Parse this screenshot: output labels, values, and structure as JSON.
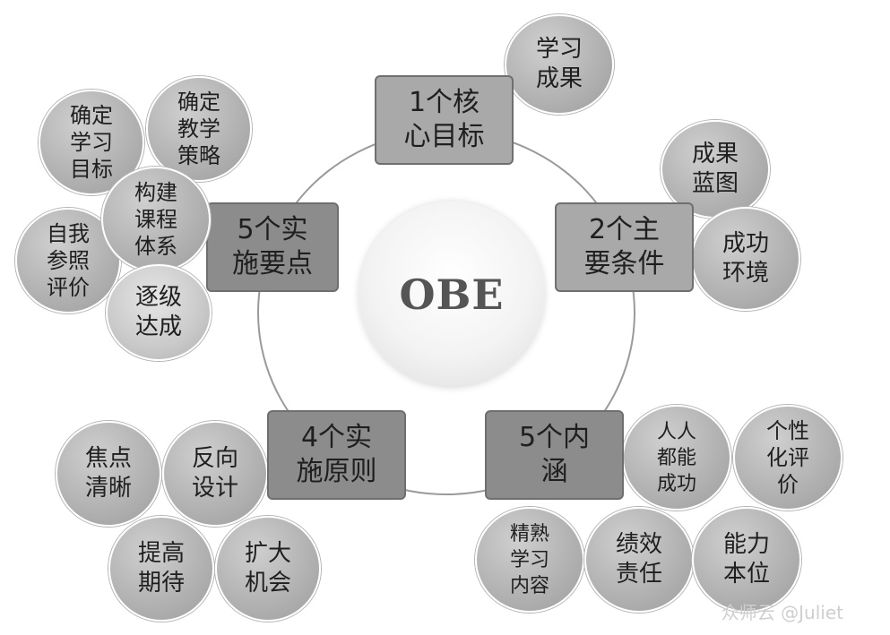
{
  "center": {
    "label": "OBE"
  },
  "nodes": {
    "core_goal": "1个核\n心目标",
    "main_conditions": "2个主\n要条件",
    "implementation_points": "5个实\n施要点",
    "implementation_principles": "4个实\n施原则",
    "connotations": "5个内\n涵"
  },
  "bubbles": {
    "learning_outcomes": "学习\n成果",
    "outcome_blueprint": "成果\n蓝图",
    "success_environment": "成功\n环境",
    "determine_learning_goals": "确定\n学习\n目标",
    "determine_teaching_strategy": "确定\n教学\n策略",
    "build_curriculum_system": "构建\n课程\n体系",
    "self_reference_evaluation": "自我\n参照\n评价",
    "progressive_achievement": "逐级\n达成",
    "focus_clarity": "焦点\n清晰",
    "reverse_design": "反向\n设计",
    "raise_expectations": "提高\n期待",
    "expand_opportunities": "扩大\n机会",
    "everyone_can_succeed": "人人\n都能\n成功",
    "personalized_evaluation": "个性\n化评\n价",
    "proficient_learning_content": "精熟\n学习\n内容",
    "performance_responsibility": "绩效\n责任",
    "competence_based": "能力\n本位"
  },
  "watermark": "众师云 @Juliet"
}
